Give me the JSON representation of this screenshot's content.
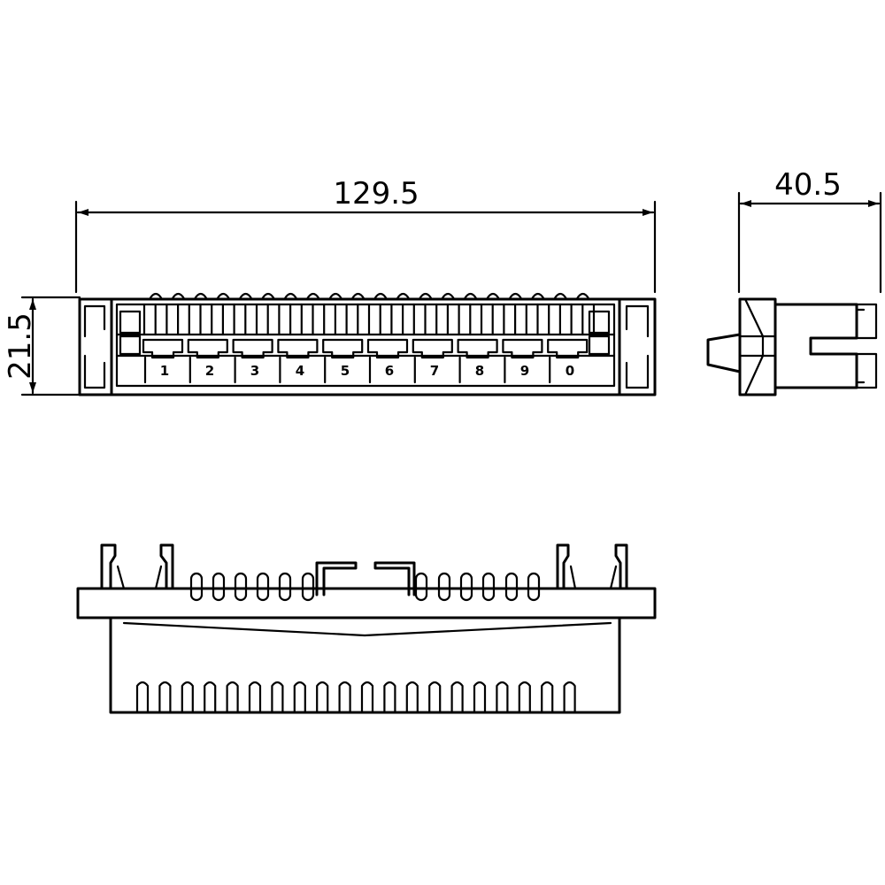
{
  "dimensions": {
    "length": "129.5",
    "height": "21.5",
    "depth": "40.5"
  },
  "slot_labels": [
    "1",
    "2",
    "3",
    "4",
    "5",
    "6",
    "7",
    "8",
    "9",
    "0"
  ]
}
